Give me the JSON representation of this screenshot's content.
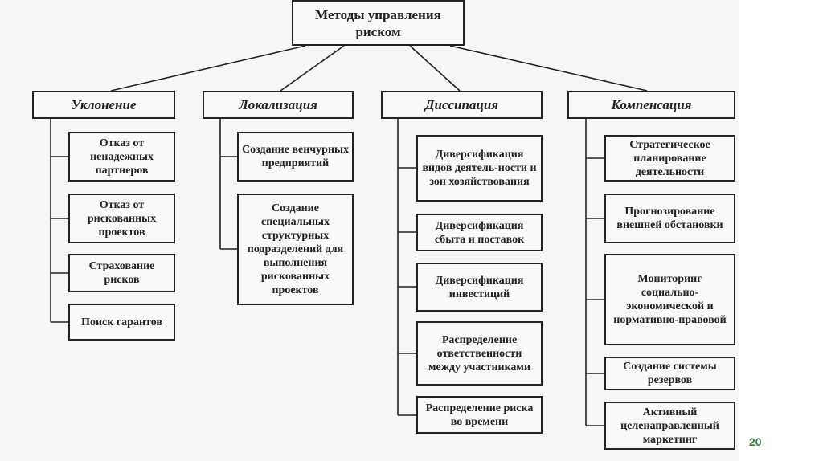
{
  "root": "Методы управления риском",
  "categories": [
    {
      "title": "Уклонение",
      "items": [
        "Отказ от ненадежных партнеров",
        "Отказ от рискованных проектов",
        "Страхование рисков",
        "Поиск гарантов"
      ]
    },
    {
      "title": "Локализация",
      "items": [
        "Создание венчурных предприятий",
        "Создание специальных структурных подразделений для выполнения рискованных проектов"
      ]
    },
    {
      "title": "Диссипация",
      "items": [
        "Диверсификация видов деятель-ности и зон хозяйствования",
        "Диверсификация сбыта и поставок",
        "Диверсификация инвестиций",
        "Распределение ответственности между участниками",
        "Распределение риска во времени"
      ]
    },
    {
      "title": "Компенсация",
      "items": [
        "Стратегическое планирование деятельности",
        "Прогнозирование внешней обстановки",
        "Мониторинг социально-экономической и нормативно-правовой",
        "Создание системы резервов",
        "Активный целенаправленный маркетинг"
      ]
    }
  ],
  "page_number": "20"
}
